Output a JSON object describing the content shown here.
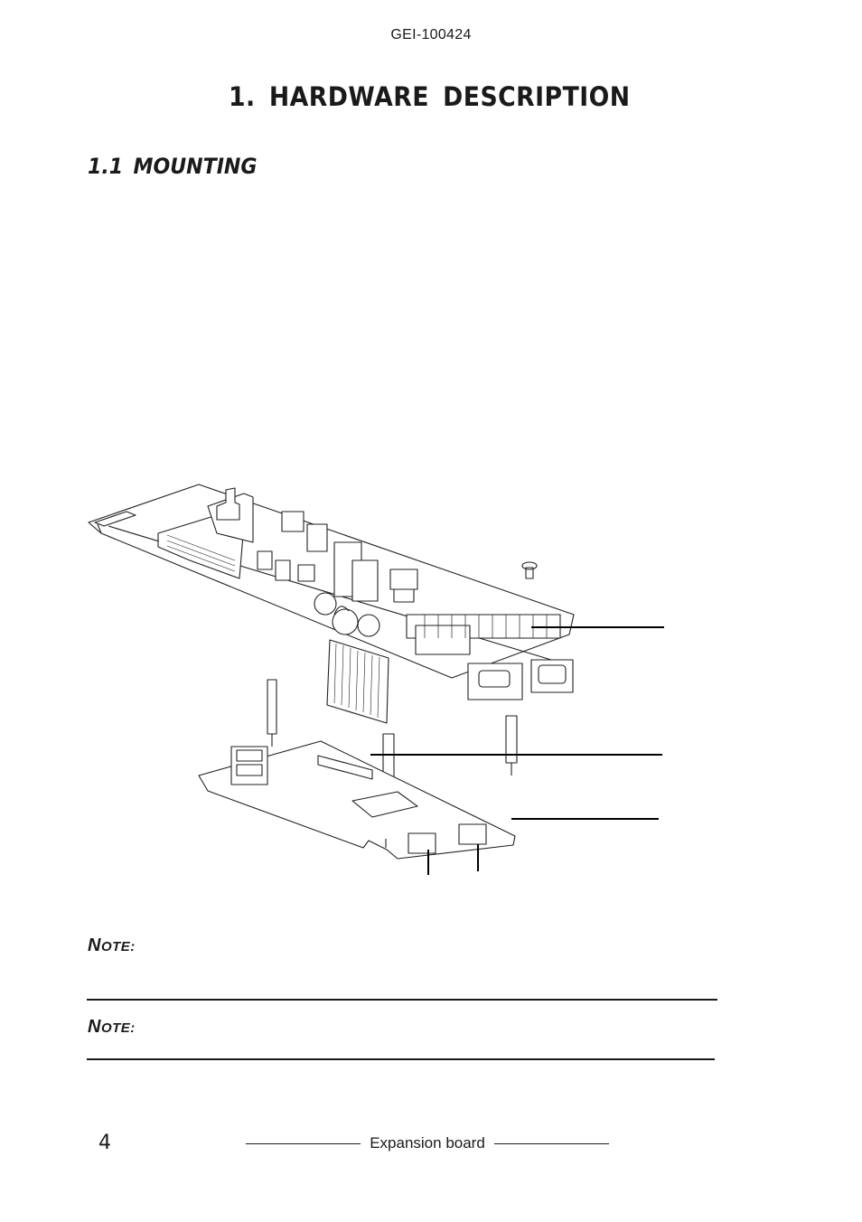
{
  "header": {
    "doc_id": "GEI-100424"
  },
  "chapter": {
    "title": "1. HARDWARE DESCRIPTION"
  },
  "section": {
    "title": "1.1 MOUNTING"
  },
  "notes": [
    {
      "cap": "N",
      "rest": "OTE:"
    },
    {
      "cap": "N",
      "rest": "OTE:"
    }
  ],
  "footer": {
    "page_number": "4",
    "title": "Expansion board"
  },
  "figure": {
    "icons": [
      "main-board-icon",
      "expansion-board-icon",
      "spacer-icon",
      "screw-icon"
    ]
  }
}
